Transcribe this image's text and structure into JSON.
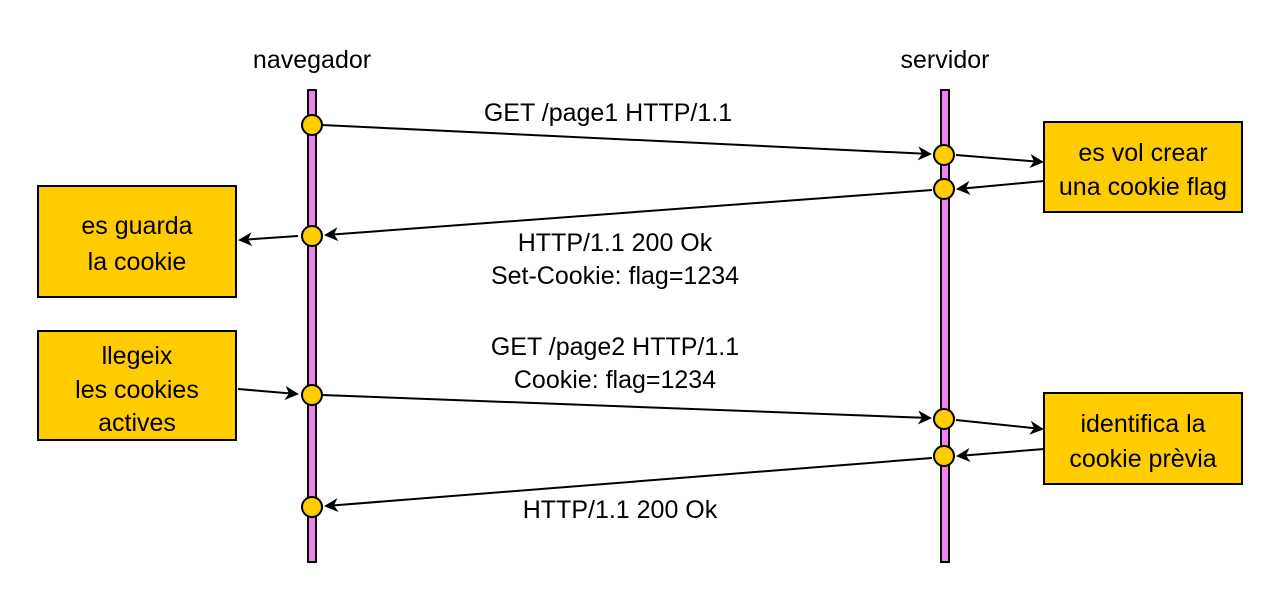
{
  "lifelines": {
    "browser": "navegador",
    "server": "servidor"
  },
  "messages": {
    "request1": "GET /page1 HTTP/1.1",
    "response1_line1": "HTTP/1.1 200 Ok",
    "response1_line2": "Set-Cookie: flag=1234",
    "request2_line1": "GET /page2 HTTP/1.1",
    "request2_line2": "Cookie: flag=1234",
    "response2": "HTTP/1.1 200 Ok"
  },
  "notes": {
    "create_cookie": [
      "es vol crear",
      "una cookie flag"
    ],
    "store_cookie": [
      "es guarda",
      "la cookie"
    ],
    "read_cookies": [
      "llegeix",
      "les cookies",
      "actives"
    ],
    "identify_cookie": [
      "identifica la",
      "cookie prèvia"
    ]
  },
  "colors": {
    "lifeline_fill": "#ee82ee",
    "node_fill": "#ffcc00",
    "note_fill": "#ffcc00",
    "stroke": "#000000"
  }
}
